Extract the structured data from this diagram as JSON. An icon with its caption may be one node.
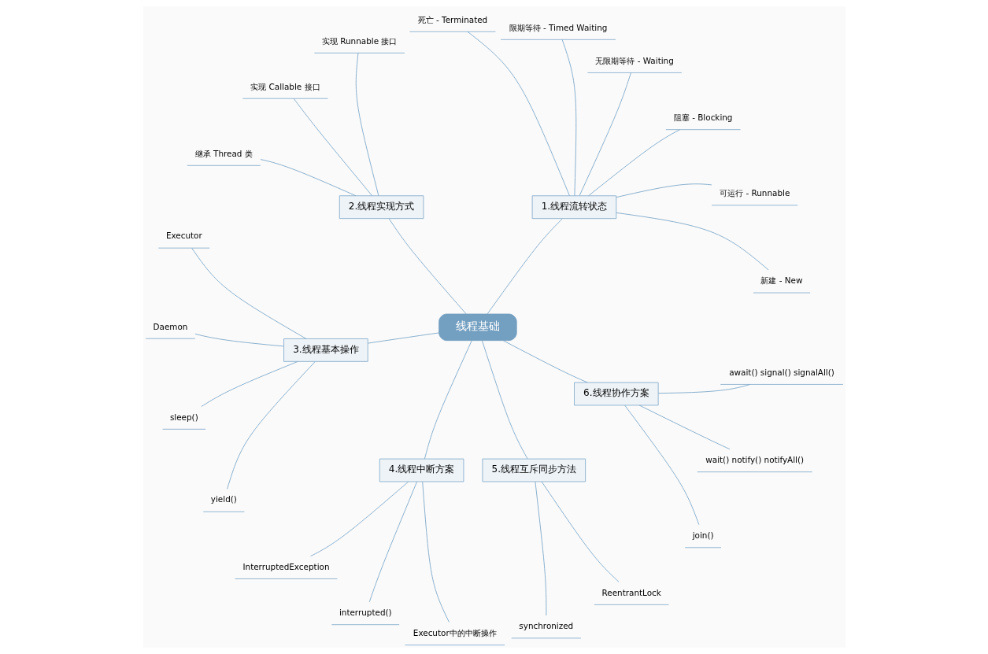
{
  "diagram": {
    "nodes": [
      {
        "text": [
          "线程基础"
        ]
      },
      {
        "text": [
          "1.线程流转状态"
        ]
      },
      {
        "text": [
          "新建 - New"
        ]
      },
      {
        "text": [
          "可运行 - Runnable"
        ]
      },
      {
        "text": [
          "阻塞 - Blocking"
        ]
      },
      {
        "text": [
          "无限期等待 - Waiting"
        ]
      },
      {
        "text": [
          "限期等待 - Timed Waiting"
        ]
      },
      {
        "text": [
          "死亡 - Terminated"
        ]
      },
      {
        "text": [
          "2.线程实现方式"
        ]
      },
      {
        "text": [
          "实现 Runnable 接口"
        ]
      },
      {
        "text": [
          "实现 Callable 接口"
        ]
      },
      {
        "text": [
          "继承 Thread 类"
        ]
      },
      {
        "text": [
          "3.线程基本操作"
        ]
      },
      {
        "text": [
          "Executor"
        ]
      },
      {
        "text": [
          "Daemon"
        ]
      },
      {
        "text": [
          "sleep()"
        ]
      },
      {
        "text": [
          "yield()"
        ]
      },
      {
        "text": [
          "4.线程中断方案"
        ]
      },
      {
        "text": [
          "InterruptedException"
        ]
      },
      {
        "text": [
          "interrupted()"
        ]
      },
      {
        "text": [
          "Executor中的中断操作"
        ]
      },
      {
        "text": [
          "5.线程互斥同步方法"
        ]
      },
      {
        "text": [
          "synchronized"
        ]
      },
      {
        "text": [
          "ReentrantLock"
        ]
      },
      {
        "text": [
          "6.线程协作方案"
        ]
      },
      {
        "text": [
          "join()"
        ]
      },
      {
        "text": [
          "wait() notify() notifyAll()"
        ]
      },
      {
        "text": [
          "await() signal() signalAll()"
        ]
      }
    ],
    "edges": [
      {
        "from": 0,
        "to": 1,
        "arrow": "none"
      },
      {
        "from": 1,
        "to": 2,
        "arrow": "none"
      },
      {
        "from": 1,
        "to": 3,
        "arrow": "none"
      },
      {
        "from": 1,
        "to": 4,
        "arrow": "none"
      },
      {
        "from": 1,
        "to": 5,
        "arrow": "none"
      },
      {
        "from": 1,
        "to": 6,
        "arrow": "none"
      },
      {
        "from": 1,
        "to": 7,
        "arrow": "none"
      },
      {
        "from": 0,
        "to": 8,
        "arrow": "none"
      },
      {
        "from": 8,
        "to": 9,
        "arrow": "none"
      },
      {
        "from": 8,
        "to": 10,
        "arrow": "none"
      },
      {
        "from": 8,
        "to": 11,
        "arrow": "none"
      },
      {
        "from": 0,
        "to": 12,
        "arrow": "none"
      },
      {
        "from": 12,
        "to": 13,
        "arrow": "none"
      },
      {
        "from": 12,
        "to": 14,
        "arrow": "none"
      },
      {
        "from": 12,
        "to": 15,
        "arrow": "none"
      },
      {
        "from": 12,
        "to": 16,
        "arrow": "none"
      },
      {
        "from": 0,
        "to": 17,
        "arrow": "none"
      },
      {
        "from": 17,
        "to": 18,
        "arrow": "none"
      },
      {
        "from": 17,
        "to": 19,
        "arrow": "none"
      },
      {
        "from": 17,
        "to": 20,
        "arrow": "none"
      },
      {
        "from": 0,
        "to": 21,
        "arrow": "none"
      },
      {
        "from": 21,
        "to": 22,
        "arrow": "none"
      },
      {
        "from": 21,
        "to": 23,
        "arrow": "none"
      },
      {
        "from": 0,
        "to": 24,
        "arrow": "none"
      },
      {
        "from": 24,
        "to": 25,
        "arrow": "none"
      },
      {
        "from": 24,
        "to": 26,
        "arrow": "none"
      },
      {
        "from": 24,
        "to": 27,
        "arrow": "none"
      }
    ]
  }
}
